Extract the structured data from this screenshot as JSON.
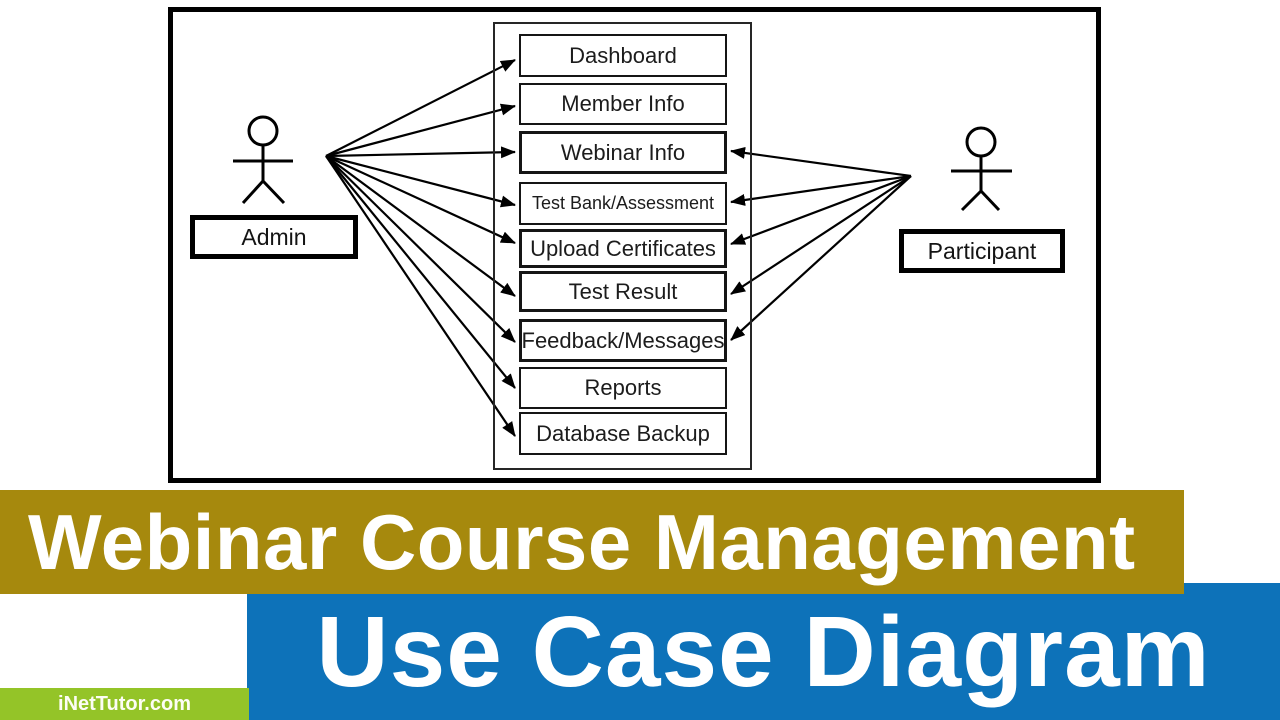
{
  "banner": {
    "title": "Webinar Course Management",
    "subtitle": "Use Case Diagram",
    "watermark": "iNetTutor.com"
  },
  "colors": {
    "banner_gold": "#A6890D",
    "banner_blue": "#0D72B9",
    "banner_green": "#94C428",
    "diagram_ink": "#000000",
    "background": "#FFFFFF",
    "text_on_banner": "#FFFFFF"
  },
  "diagram": {
    "actors": [
      {
        "name": "Admin",
        "position": "left"
      },
      {
        "name": "Participant",
        "position": "right"
      }
    ],
    "use_cases": [
      {
        "label": "Dashboard"
      },
      {
        "label": "Member Info"
      },
      {
        "label": "Webinar Info"
      },
      {
        "label": "Test Bank/Assessment"
      },
      {
        "label": "Upload Certificates"
      },
      {
        "label": "Test Result"
      },
      {
        "label": "Feedback/Messages"
      },
      {
        "label": "Reports"
      },
      {
        "label": "Database Backup"
      }
    ],
    "associations": [
      {
        "actor": "Admin",
        "targets": [
          "Dashboard",
          "Member Info",
          "Webinar Info",
          "Test Bank/Assessment",
          "Upload Certificates",
          "Test Result",
          "Feedback/Messages",
          "Reports",
          "Database Backup"
        ]
      },
      {
        "actor": "Participant",
        "targets": [
          "Webinar Info",
          "Test Bank/Assessment",
          "Upload Certificates",
          "Test Result",
          "Feedback/Messages"
        ]
      }
    ]
  }
}
